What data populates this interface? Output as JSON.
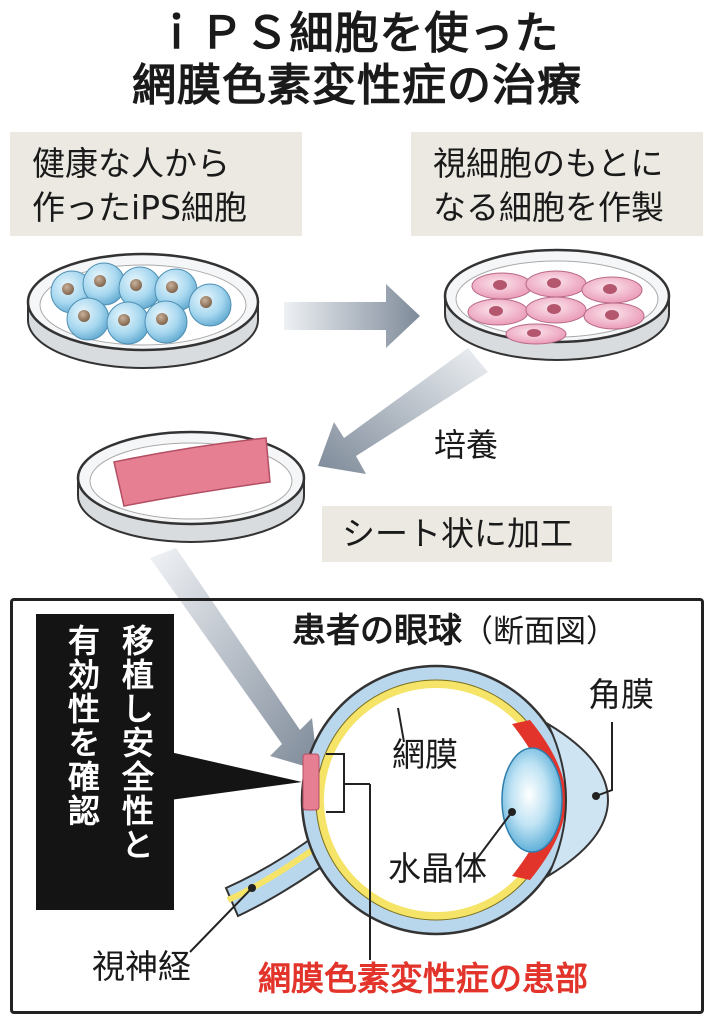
{
  "title": {
    "line1": "ｉＰＳ細胞を使った",
    "line2": "網膜色素変性症の治療"
  },
  "steps": {
    "source": {
      "line1": "健康な人から",
      "line2": "作ったiPS細胞"
    },
    "differentiation": {
      "line1": "視細胞のもとに",
      "line2": "なる細胞を作製"
    },
    "culture": "培養",
    "sheet": "シート状に加工"
  },
  "eye": {
    "title": "患者の眼球",
    "title_paren": "（断面図）",
    "labels": {
      "retina": "網膜",
      "cornea": "角膜",
      "lens": "水晶体",
      "optic_nerve": "視神経",
      "affected_area": "網膜色素変性症の患部"
    }
  },
  "callout": {
    "line1": "移植し安全性と",
    "line2": "有効性を確認"
  },
  "colors": {
    "ips_cell": "#9fd3ee",
    "photoreceptor_cell": "#f0b2c8",
    "sheet": "#e57f91",
    "retina": "#f5e467",
    "eye_wall": "#b9d7ec",
    "affected": "#e3342b",
    "arrow": "#8793a2"
  }
}
